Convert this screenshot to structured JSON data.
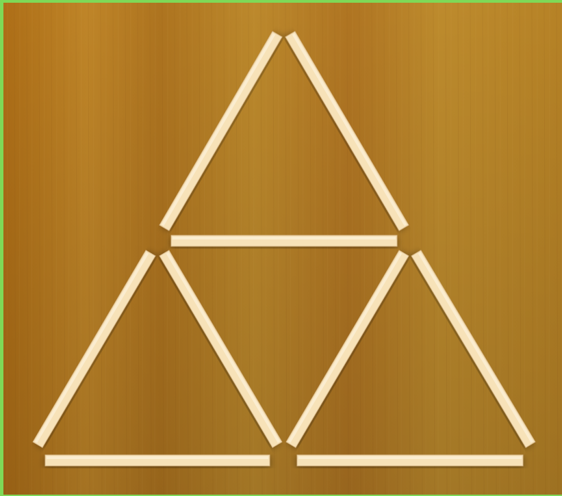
{
  "board": {
    "frame_color": "#7ed957",
    "wood_colors": [
      "#b9771f",
      "#c8902c",
      "#a96818"
    ],
    "stick_color": "#f7e2b8",
    "stick_edge_color": "#d8b98c",
    "puzzle": "matchstick-triangles",
    "matchstick_count": 9,
    "triangle_count": 3
  }
}
